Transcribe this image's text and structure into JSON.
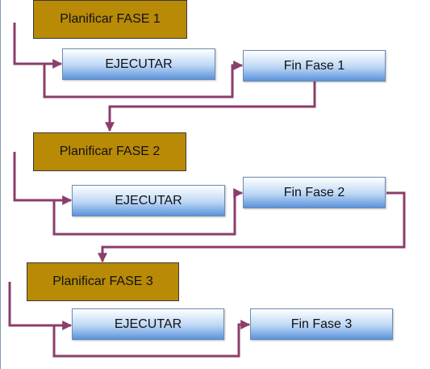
{
  "phases": [
    {
      "plan_label": "Planificar FASE 1",
      "execute_label": "EJECUTAR",
      "end_label": "Fin Fase 1"
    },
    {
      "plan_label": "Planificar FASE 2",
      "execute_label": "EJECUTAR",
      "end_label": "Fin Fase 2"
    },
    {
      "plan_label": "Planificar FASE 3",
      "execute_label": "EJECUTAR",
      "end_label": "Fin Fase 3"
    }
  ],
  "colors": {
    "plan_fill": "#b88a06",
    "connector": "#8b3e6b",
    "process_gradient_bottom": "#5b93dc"
  }
}
